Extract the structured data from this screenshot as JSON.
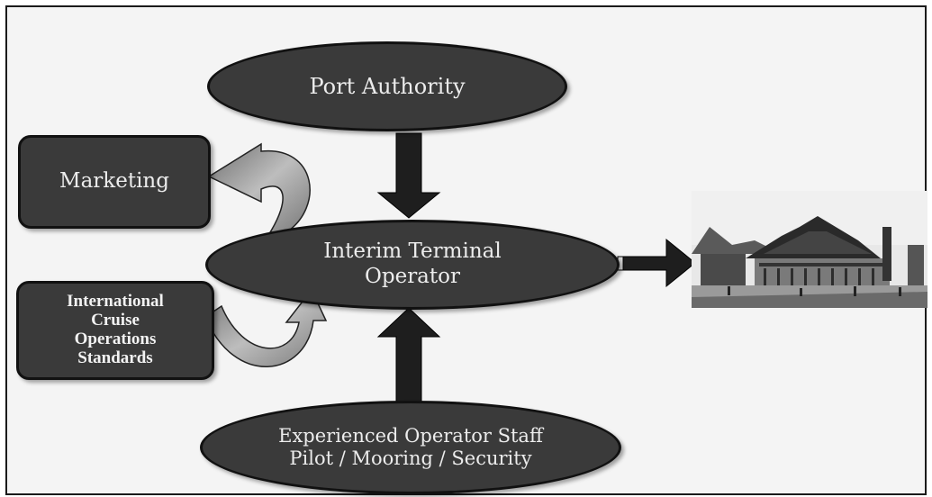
{
  "nodes": {
    "port_authority": "Port Authority",
    "marketing": "Marketing",
    "interim_terminal": [
      "Interim Terminal",
      "Operator"
    ],
    "standards": [
      "International",
      "Cruise",
      "Operations",
      "Standards"
    ],
    "staff": [
      "Experienced Operator Staff",
      "Pilot / Mooring / Security"
    ]
  },
  "photo": {
    "description_icon": "terminal-building-photo"
  }
}
